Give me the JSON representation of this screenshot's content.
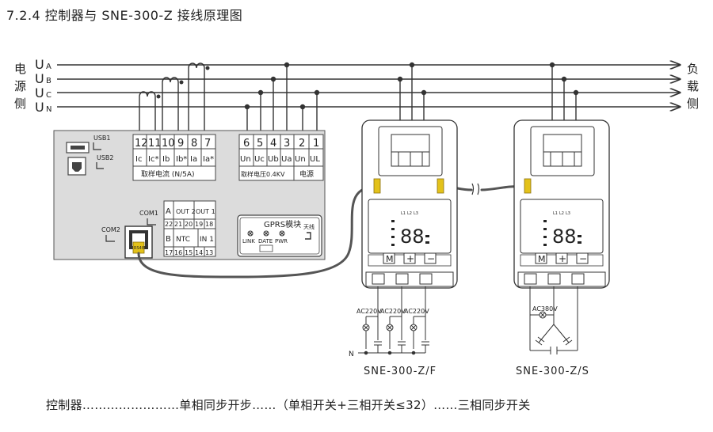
{
  "title": "7.2.4 控制器与 SNE-300-Z 接线原理图",
  "supply_side": [
    "电",
    "源",
    "侧"
  ],
  "load_side": [
    "负",
    "载",
    "侧"
  ],
  "phases": [
    {
      "letter": "U",
      "sub": "A"
    },
    {
      "letter": "U",
      "sub": "B"
    },
    {
      "letter": "U",
      "sub": "C"
    },
    {
      "letter": "U",
      "sub": "N"
    }
  ],
  "controller": {
    "usb1": "USB1",
    "usb2": "USB2",
    "com1": "COM1",
    "com2": "COM2",
    "rs485": "RS485",
    "current_terms": [
      "12",
      "11",
      "10",
      "9",
      "8",
      "7"
    ],
    "current_labels": [
      "Ic",
      "Ic*",
      "Ib",
      "Ib*",
      "Ia",
      "Ia*"
    ],
    "current_caption": "取样电流 (N/5A)",
    "voltage_terms": [
      "6",
      "5",
      "4",
      "3",
      "2",
      "1"
    ],
    "voltage_labels": [
      "Un",
      "Uc",
      "Ub",
      "Ua",
      "Un",
      "UL"
    ],
    "voltage_caption": "取样电压0.4KV",
    "power_caption": "电源",
    "io_top": [
      "A",
      "OUT 2",
      "OUT 1"
    ],
    "io_top_nums": [
      "22",
      "21",
      "20",
      "19",
      "18"
    ],
    "io_bottom": [
      "B",
      "NTC",
      "IN 1"
    ],
    "io_bottom_nums": [
      "17",
      "16",
      "15",
      "14",
      "13"
    ],
    "gprs_title": "GPRS模块",
    "gprs_antenna": "天线",
    "gprs_leds": [
      "LINK",
      "DATE",
      "PWR"
    ]
  },
  "device_display": {
    "phase_heads": [
      "L1",
      "L2",
      "L3"
    ],
    "digits": "88",
    "buttons": [
      "M",
      "+",
      "−"
    ]
  },
  "wiring_labels": {
    "ac220": [
      "AC220V",
      "AC220V",
      "AC220V"
    ],
    "neutral": "N",
    "ac380": "AC380V"
  },
  "captions": {
    "device_f": "SNE-300-Z/F",
    "device_s": "SNE-300-Z/S"
  },
  "bottom_text": "控制器……………………单相同步开步……（单相开关+三相开关≤32）……三相同步开关",
  "colors": {
    "line": "#333333",
    "panel": "#dcdcdc",
    "connector": "#e3c21a"
  }
}
